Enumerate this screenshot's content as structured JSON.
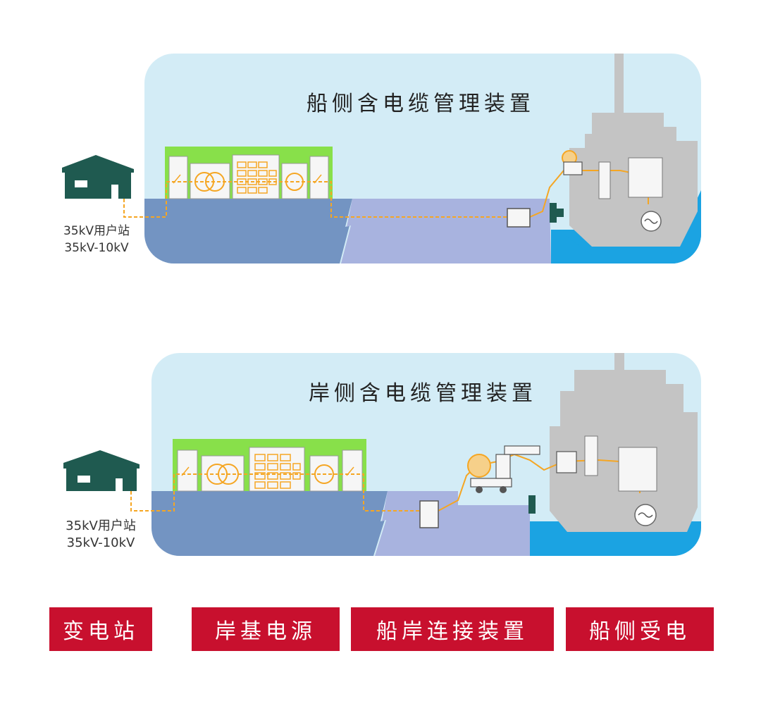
{
  "panels": [
    {
      "title": "船侧含电缆管理装置",
      "station_label_line1": "35kV用户站",
      "station_label_line2": "35kV-10kV"
    },
    {
      "title": "岸侧含电缆管理装置",
      "station_label_line1": "35kV用户站",
      "station_label_line2": "35kV-10kV"
    }
  ],
  "legend": [
    "变电站",
    "岸基电源",
    "船岸连接装置",
    "船侧受电"
  ],
  "colors": {
    "sky": "#d3ecf6",
    "land": "#7394c2",
    "dock": "#a8b3df",
    "water": "#1ba3e2",
    "ship": "#c4c4c4",
    "house": "#1f5a50",
    "power_room": "#88e04a",
    "cable": "#f5a623",
    "legend_bg": "#c8102e"
  },
  "icons": [
    "house-icon",
    "transformer-icon",
    "switch-icon",
    "cable-reel-icon",
    "generator-icon",
    "ship-icon",
    "cable-truck-icon"
  ]
}
